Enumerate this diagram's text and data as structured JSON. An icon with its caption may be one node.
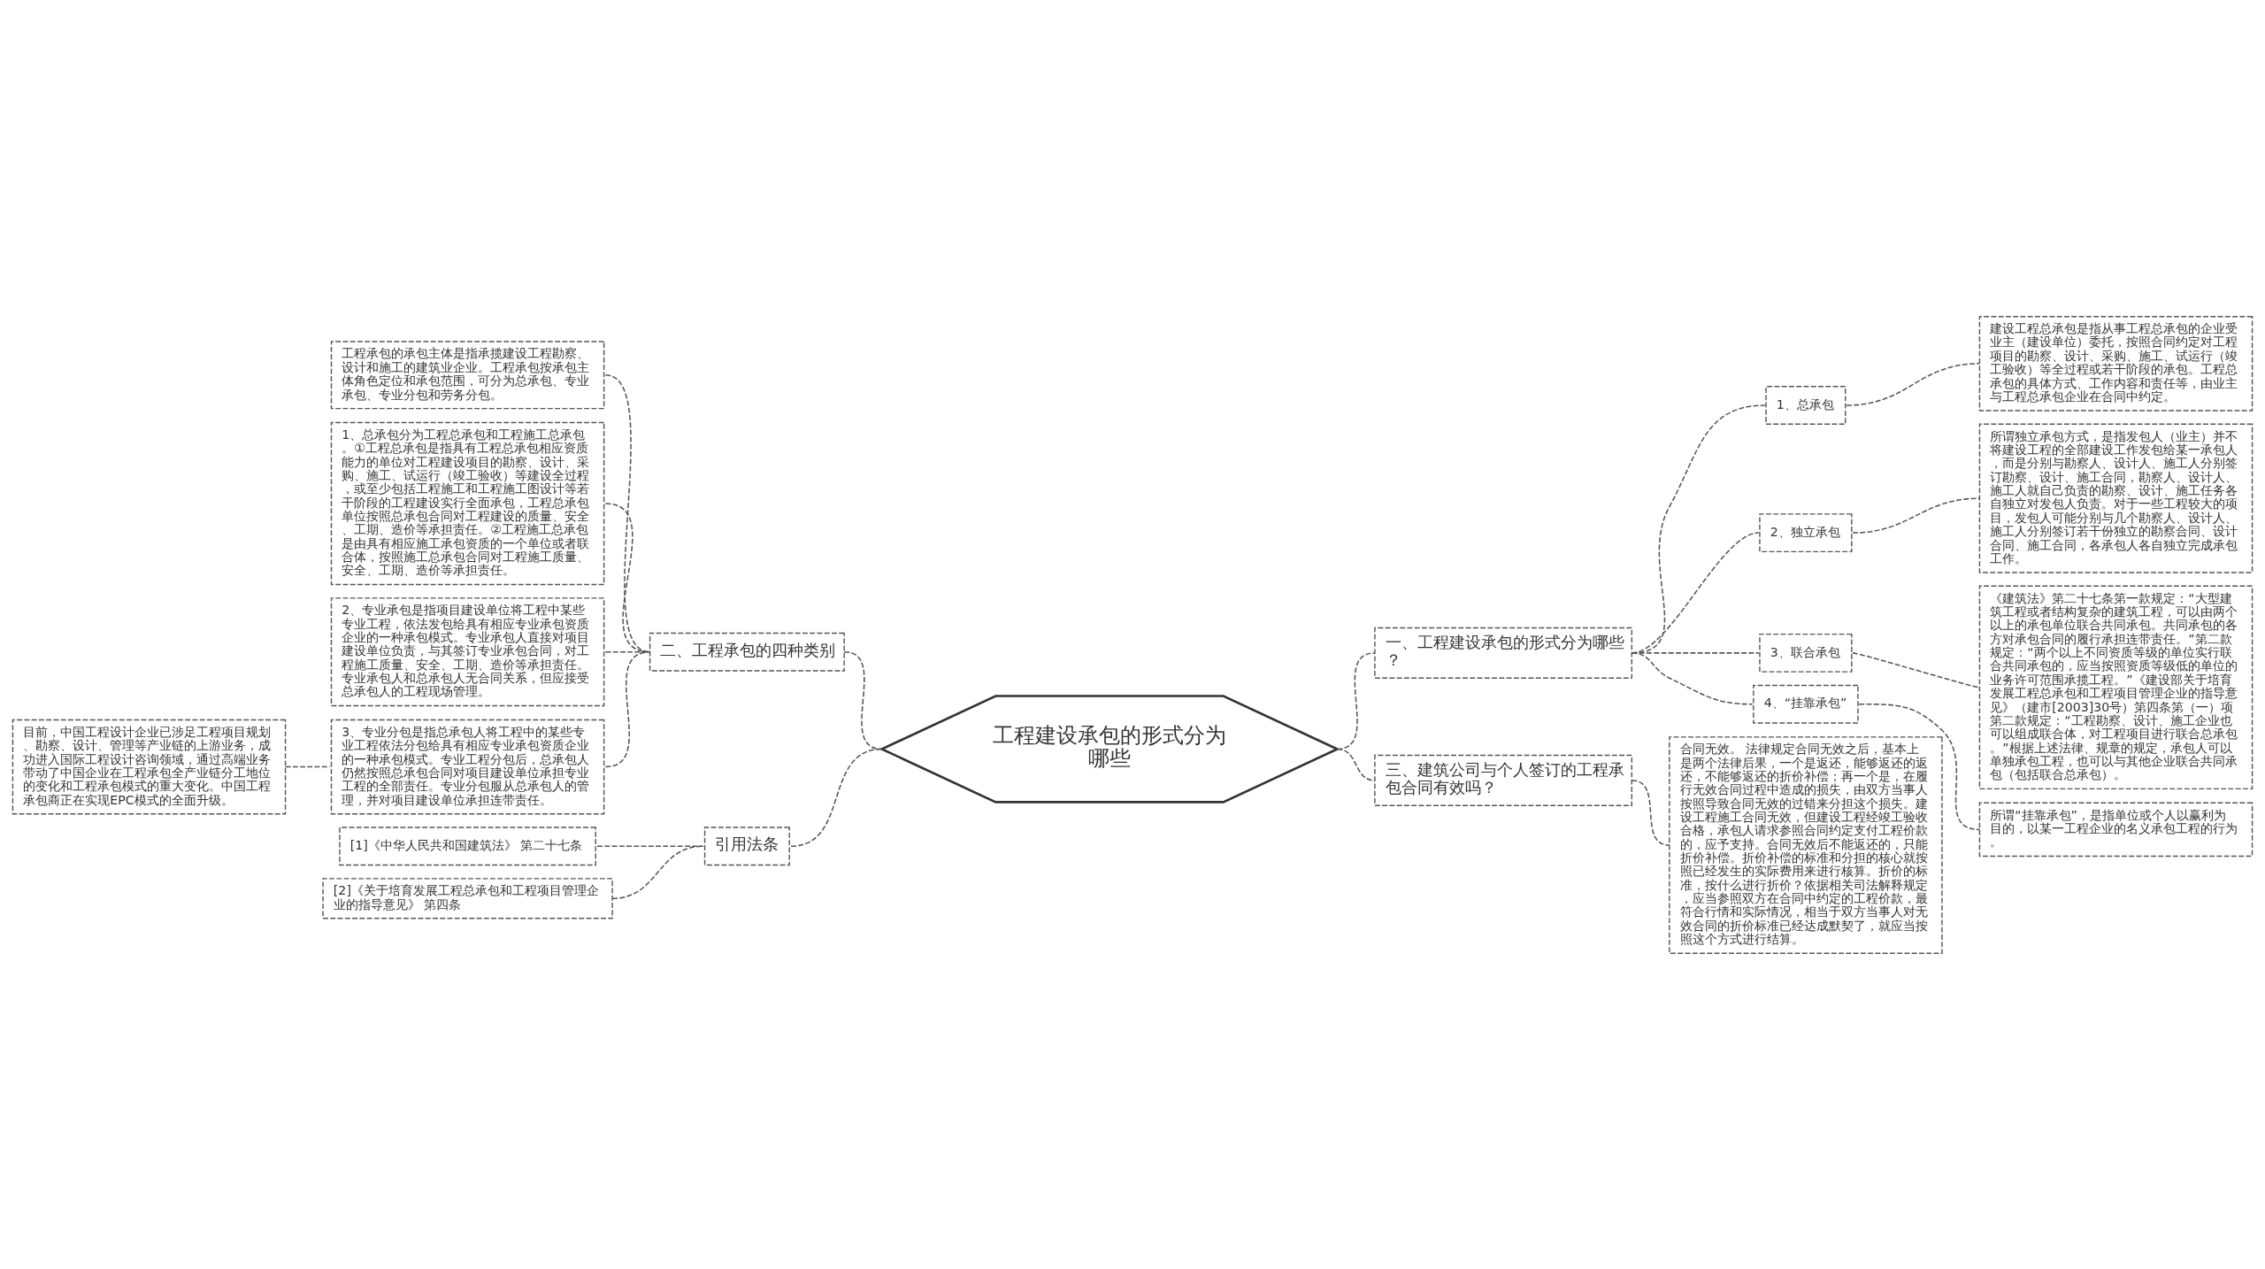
{
  "diagram": {
    "nodes": [
      {
        "text": [
          "工程建设承包的形式分为哪些"
        ]
      },
      {
        "text": [
          "二、工程承包的四种类别"
        ]
      },
      {
        "text": [
          "工程承包的承包主体是指承揽建设工程勘察、设计和施工的建筑业企业。工程承包按承包主体角色定位和承包范围，可分为总承包、专业承包、专业分包和劳务分包。"
        ]
      },
      {
        "text": [
          "1、总承包分为工程总承包和工程施工总承包。①工程总承包是指具有工程总承包相应资质能力的单位对工程建设项目的勘察、设计、采购、施工、试运行（竣工验收）等建设全过程，或至少包括工程施工和工程施工图设计等若干阶段的工程建设实行全面承包，工程总承包单位按照总承包合同对工程建设的质量、安全、工期、造价等承担责任。②工程施工总承包是由具有相应施工承包资质的一个单位或者联合体，按照施工总承包合同对工程施工质量、安全、工期、造价等承担责任。"
        ]
      },
      {
        "text": [
          "2、专业承包是指项目建设单位将工程中某些专业工程，依法发包给具有相应专业承包资质企业的一种承包模式。专业承包人直接对项目建设单位负责，与其签订专业承包合同，对工程施工质量、安全、工期、造价等承担责任。专业承包人和总承包人无合同关系，但应接受总承包人的工程现场管理。"
        ]
      },
      {
        "text": [
          "3、专业分包是指总承包人将工程中的某些专业工程依法分包给具有相应专业承包资质企业的一种承包模式。专业工程分包后，总承包人仍然按照总承包合同对项目建设单位承担专业工程的全部责任。专业分包服从总承包人的管理，并对项目建设单位承担连带责任。"
        ]
      },
      {
        "text": [
          "目前，中国工程设计企业已涉足工程项目规划、勘察、设计、管理等产业链的上游业务，成功进入国际工程设计咨询领域，通过高端业务带动了中国企业在工程承包全产业链分工地位的变化和工程承包模式的重大变化。中国工程承包商正在实现EPC模式的全面升级。"
        ]
      },
      {
        "text": [
          "引用法条"
        ]
      },
      {
        "text": [
          "[1]《中华人民共和国建筑法》 第二十七条"
        ]
      },
      {
        "text": [
          "[2]《关于培育发展工程总承包和工程项目管理企业的指导意见》 第四条"
        ]
      },
      {
        "text": [
          "一、工程建设承包的形式分为哪些？"
        ]
      },
      {
        "text": [
          "1、总承包"
        ]
      },
      {
        "text": [
          "建设工程总承包是指从事工程总承包的企业受业主（建设单位）委托，按照合同约定对工程项目的勘察、设计、采购、施工、试运行（竣工验收）等全过程或若干阶段的承包。工程总承包的具体方式、工作内容和责任等，由业主与工程总承包企业在合同中约定。"
        ]
      },
      {
        "text": [
          "2、独立承包"
        ]
      },
      {
        "text": [
          "所谓独立承包方式，是指发包人（业主）并不将建设工程的全部建设工作发包给某一承包人，而是分别与勘察人、设计人、施工人分别签订勘察、设计、施工合同，勘察人、设计人、施工人就自己负责的勘察、设计、施工任务各自独立对发包人负责。对于一些工程较大的项目，发包人可能分别与几个勘察人、设计人、施工人分别签订若干份独立的勘察合同、设计合同、施工合同，各承包人各自独立完成承包工作。"
        ]
      },
      {
        "text": [
          "3、联合承包"
        ]
      },
      {
        "text": [
          "《建筑法》第二十七条第一款规定：“大型建筑工程或者结构复杂的建筑工程，可以由两个以上的承包单位联合共同承包。共同承包的各方对承包合同的履行承担连带责任。”第二款规定：“两个以上不同资质等级的单位实行联合共同承包的，应当按照资质等级低的单位的业务许可范围承揽工程。”《建设部关于培育发展工程总承包和工程项目管理企业的指导意见》（建市[2003]30号）第四条第（一）项第二款规定：“工程勘察、设计、施工企业也可以组成联合体，对工程项目进行联合总承包。”根据上述法律、规章的规定，承包人可以单独承包工程，也可以与其他企业联合共同承包（包括联合总承包）。"
        ]
      },
      {
        "text": [
          "4、“挂靠承包”"
        ]
      },
      {
        "text": [
          "所谓“挂靠承包”，是指单位或个人以赢利为目的，以某一工程企业的名义承包工程的行为。"
        ]
      },
      {
        "text": [
          "三、建筑公司与个人签订的工程承包合同有效吗？"
        ]
      },
      {
        "text": [
          "合同无效。 法律规定合同无效之后，基本上是两个法律后果，一个是返还，能够返还的返还，不能够返还的折价补偿；再一个是，在履行无效合同过程中造成的损失，由双方当事人按照导致合同无效的过错来分担这个损失。建设工程施工合同无效，但建设工程经竣工验收合格，承包人请求参照合同约定支付工程价款的，应予支持。合同无效后不能返还的，只能折价补偿。折价补偿的标准和分担的核心就按照已经发生的实际费用来进行核算。折价的标准，按什么进行折价？依据相关司法解释规定，应当参照双方在合同中约定的工程价款，最符合行情和实际情况，相当于双方当事人对无效合同的折价标准已经达成默契了，就应当按照这个方式进行结算。"
        ]
      }
    ],
    "edges": [
      {
        "from": 0,
        "to": 1,
        "arrow": "none"
      },
      {
        "from": 1,
        "to": 2,
        "arrow": "none"
      },
      {
        "from": 1,
        "to": 3,
        "arrow": "none"
      },
      {
        "from": 1,
        "to": 4,
        "arrow": "none"
      },
      {
        "from": 1,
        "to": 5,
        "arrow": "none"
      },
      {
        "from": 5,
        "to": 6,
        "arrow": "none"
      },
      {
        "from": 0,
        "to": 7,
        "arrow": "none"
      },
      {
        "from": 7,
        "to": 8,
        "arrow": "none"
      },
      {
        "from": 7,
        "to": 9,
        "arrow": "none"
      },
      {
        "from": 0,
        "to": 10,
        "arrow": "none"
      },
      {
        "from": 10,
        "to": 11,
        "arrow": "none"
      },
      {
        "from": 11,
        "to": 12,
        "arrow": "none"
      },
      {
        "from": 10,
        "to": 13,
        "arrow": "none"
      },
      {
        "from": 13,
        "to": 14,
        "arrow": "none"
      },
      {
        "from": 10,
        "to": 15,
        "arrow": "none"
      },
      {
        "from": 15,
        "to": 16,
        "arrow": "none"
      },
      {
        "from": 10,
        "to": 17,
        "arrow": "none"
      },
      {
        "from": 17,
        "to": 18,
        "arrow": "none"
      },
      {
        "from": 0,
        "to": 19,
        "arrow": "none"
      },
      {
        "from": 19,
        "to": 20,
        "arrow": "none"
      }
    ]
  }
}
